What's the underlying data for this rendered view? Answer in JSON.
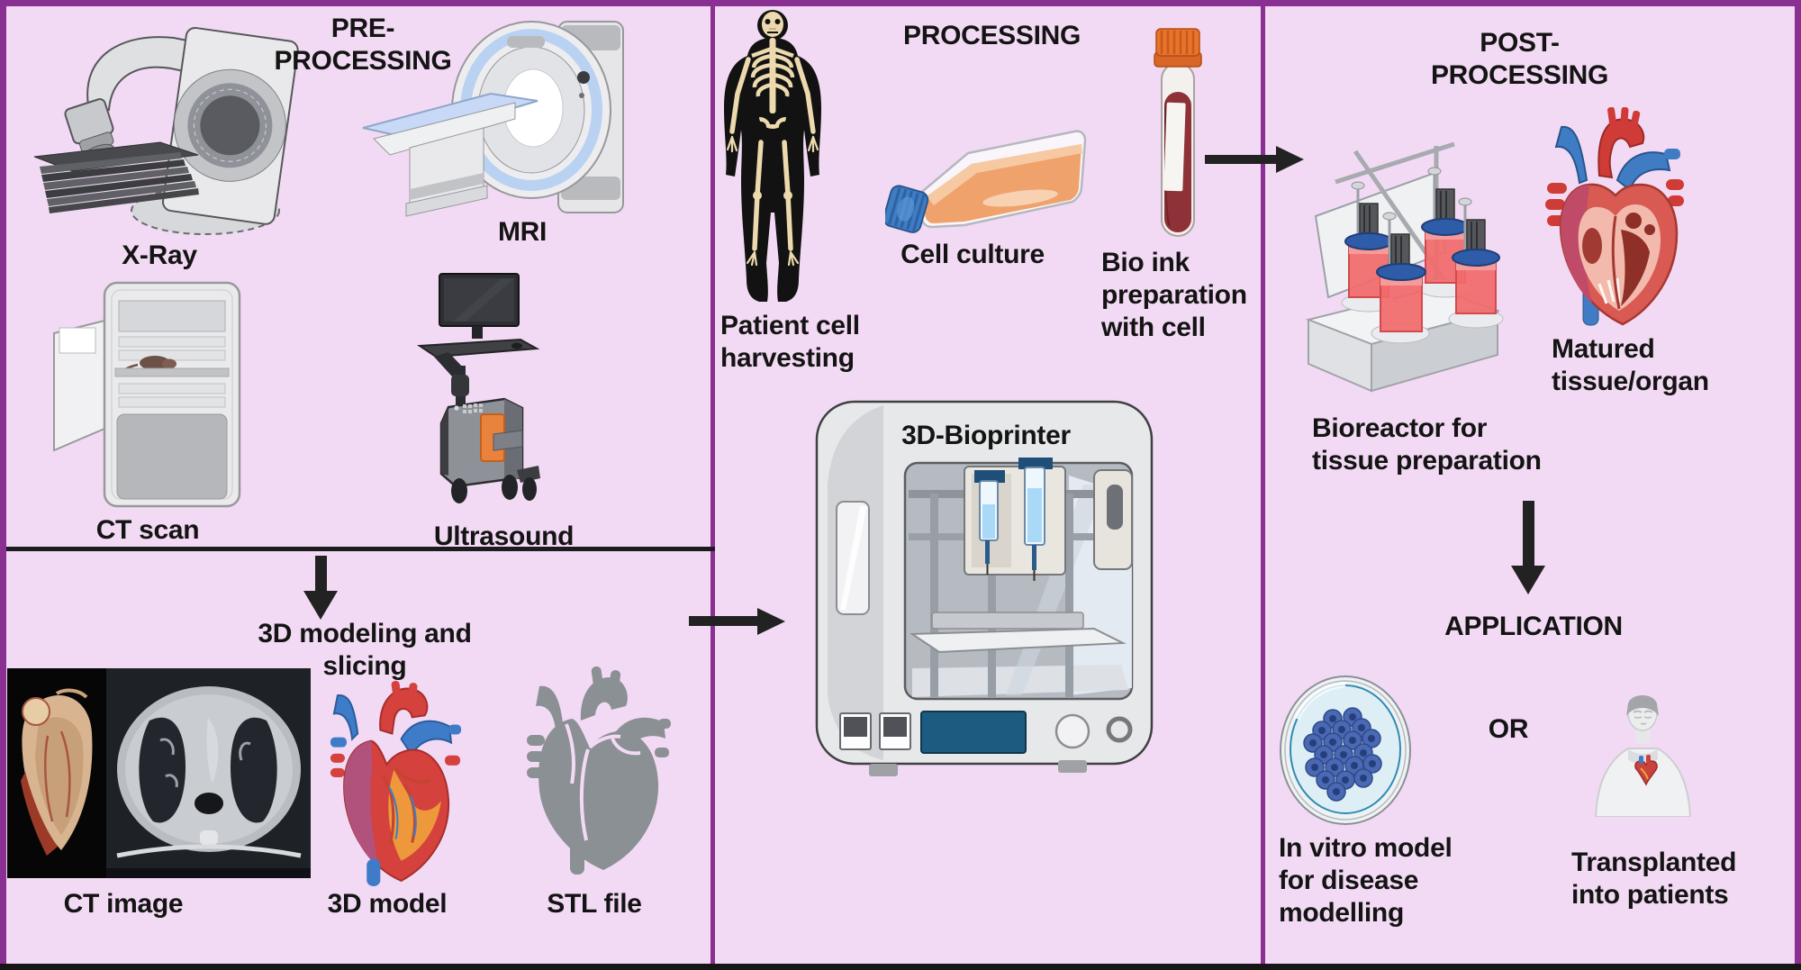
{
  "colors": {
    "background": "#f3daf4",
    "panel_border": "#8b3093",
    "divider_black": "#1c1c1e",
    "arrow": "#222222",
    "text": "#141414",
    "accent_orange": "#e8823c",
    "accent_blue": "#3e7cc4",
    "accent_red": "#d5413d",
    "screen_blue": "#1d5c80"
  },
  "panels": {
    "pre_processing": {
      "title": "PRE-PROCESSING",
      "xray_label": "X-Ray",
      "mri_label": "MRI",
      "ct_scan_label": "CT scan",
      "ultrasound_label": "Ultrasound",
      "modeling_title": "3D modeling and slicing",
      "ct_image_label": "CT image",
      "model_3d_label": "3D model",
      "stl_label": "STL file"
    },
    "processing": {
      "title": "PROCESSING",
      "patient_label": "Patient cell\nharvesting",
      "cell_culture_label": "Cell culture",
      "bio_ink_label": "Bio ink\npreparation\nwith cell",
      "bioprinter_label": "3D-Bioprinter"
    },
    "post_processing": {
      "title": "POST-PROCESSING",
      "bioreactor_label": "Bioreactor for\ntissue preparation",
      "matured_label": "Matured\ntissue/organ",
      "application_title": "APPLICATION",
      "or_label": "OR",
      "invitro_label": "In vitro model\nfor disease\nmodelling",
      "transplant_label": "Transplanted\ninto patients"
    }
  }
}
